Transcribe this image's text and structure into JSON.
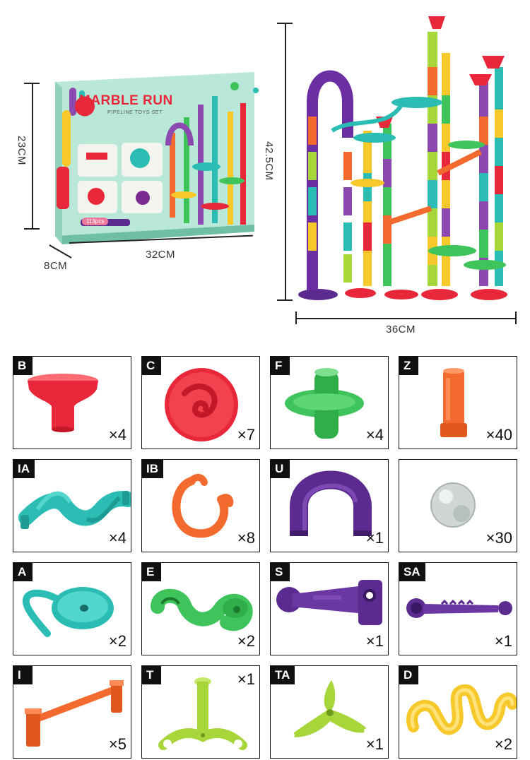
{
  "box": {
    "brand": "MARBLE RUN",
    "subtitle": "PIPELINE TOYS SET",
    "count_badge": "113pcs",
    "height_label": "23CM",
    "width_label": "32CM",
    "depth_label": "8CM"
  },
  "tower": {
    "height_label": "42.5CM",
    "width_label": "36CM"
  },
  "pieces": [
    {
      "code": "B",
      "qty": "×4",
      "icon": "funnel-icon",
      "color": "#e8283a"
    },
    {
      "code": "C",
      "qty": "×7",
      "icon": "swirl-disc-icon",
      "color": "#e8283a"
    },
    {
      "code": "F",
      "qty": "×4",
      "icon": "junction-icon",
      "color": "#3ec45b"
    },
    {
      "code": "Z",
      "qty": "×40",
      "icon": "tube-icon",
      "color": "#f26a2e"
    },
    {
      "code": "IA",
      "qty": "×4",
      "icon": "twist-chute-icon",
      "color": "#2bbcb4"
    },
    {
      "code": "IB",
      "qty": "×8",
      "icon": "clip-ring-icon",
      "color": "#f26a2e"
    },
    {
      "code": "U",
      "qty": "×1",
      "icon": "u-pipe-icon",
      "color": "#5b2b8f"
    },
    {
      "code": "",
      "qty": "×30",
      "icon": "marble-icon",
      "color": "#cfd6d4"
    },
    {
      "code": "A",
      "qty": "×2",
      "icon": "spiral-funnel-icon",
      "color": "#2bbcb4"
    },
    {
      "code": "E",
      "qty": "×2",
      "icon": "s-track-icon",
      "color": "#3ec45b"
    },
    {
      "code": "S",
      "qty": "×1",
      "icon": "launcher-icon",
      "color": "#5b2b8f"
    },
    {
      "code": "SA",
      "qty": "×1",
      "icon": "plunger-icon",
      "color": "#5b2b8f"
    },
    {
      "code": "I",
      "qty": "×5",
      "icon": "bridge-rail-icon",
      "color": "#f26a2e"
    },
    {
      "code": "T",
      "qty": "×1",
      "icon": "t-stand-icon",
      "color": "#a7d63a"
    },
    {
      "code": "TA",
      "qty": "×1",
      "icon": "tri-base-icon",
      "color": "#a7d63a"
    },
    {
      "code": "D",
      "qty": "×2",
      "icon": "wave-track-icon",
      "color": "#f7c82a"
    }
  ]
}
